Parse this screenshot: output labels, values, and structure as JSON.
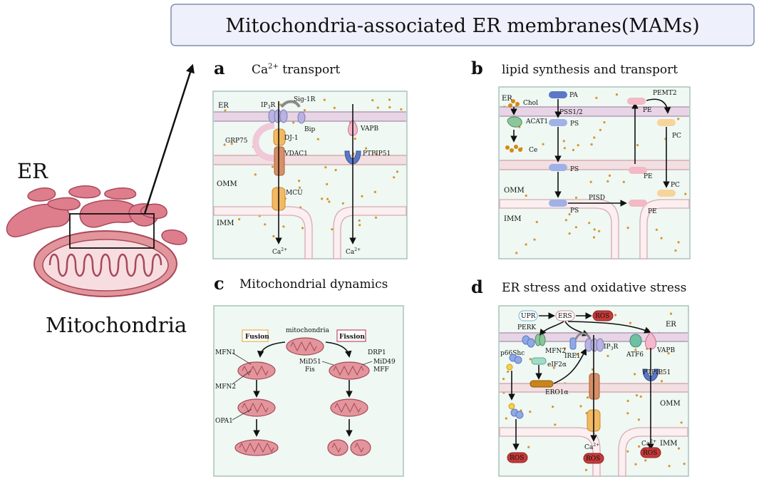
{
  "header": {
    "title": "Mitochondria-associated ER membranes(MAMs)"
  },
  "overview": {
    "er_label": "ER",
    "mito_label": "Mitochondria"
  },
  "colors": {
    "er_pink": "#de7e8d",
    "mito_pink": "#e2959b",
    "panel_bg": "#eff8f3",
    "ros_red": "#c63a3a",
    "dot_orange": "#d6962c",
    "blue_protein": "#8fa9e4",
    "orange_protein": "#f2b862",
    "purple_protein": "#b8b3e0"
  },
  "panels": {
    "a": {
      "letter": "a",
      "title_pre": "Ca",
      "title_sup": "2+",
      "title_post": " transport",
      "ER": "ER",
      "OMM": "OMM",
      "IMM": "IMM",
      "IP3R_pre": "IP",
      "IP3R_sub": "3",
      "IP3R_post": "R",
      "Sig1R": "Sig-1R",
      "Bip": "Bip",
      "GRP75": "GRP75",
      "DJ1": "DJ-1",
      "VDAC1": "VDAC1",
      "MCU": "MCU",
      "VAPB": "VAPB",
      "PTPIP51": "PTPIP51",
      "ca1_pre": "Ca",
      "ca1_sup": "2+",
      "ca2_pre": "Ca",
      "ca2_sup": "2+"
    },
    "b": {
      "letter": "b",
      "title": "lipid synthesis and transport",
      "ER": "ER",
      "OMM": "OMM",
      "IMM": "IMM",
      "Chol": "Chol",
      "ACAT1": "ACAT1",
      "Ce": "Ce",
      "PA": "PA",
      "PSS": "PSS1/2",
      "PS1": "PS",
      "PS2": "PS",
      "PS3": "PS",
      "PISD": "PISD",
      "PE1": "PE",
      "PE2": "PE",
      "PE3": "PE",
      "PEMT2": "PEMT2",
      "PC1": "PC",
      "PC2": "PC"
    },
    "c": {
      "letter": "c",
      "title": "Mitochondrial dynamics",
      "mitochondria": "mitochondria",
      "Fusion": "Fusion",
      "Fission": "Fission",
      "MFN1": "MFN1",
      "MFN2": "MFN2",
      "OPA1": "OPA1",
      "DRP1": "DRP1",
      "MiD51": "MiD51",
      "Fis": "Fis",
      "MiD49": "MiD49",
      "MFF": "MFF"
    },
    "d": {
      "letter": "d",
      "title": "ER stress and oxidative stress",
      "UPR": "UPR",
      "ERS": "ERS",
      "ROS_top": "ROS",
      "ER": "ER",
      "PERK": "PERK",
      "p66Shc": "p66Shc",
      "MFN2": "MFN2",
      "IRE1": "IRE1",
      "IP3R_pre": "IP",
      "IP3R_sub": "3",
      "IP3R_post": "R",
      "ATF6": "ATF6",
      "VAPB": "VAPB",
      "eIF2a": "eIF2α",
      "ERO1a": "ERO1α",
      "PTPIP51": "PTPIP51",
      "OMM": "OMM",
      "IMM": "IMM",
      "ca_pre": "Ca",
      "ca_sup": "2+",
      "ROS1": "ROS",
      "ROS2": "ROS",
      "ROS3": "ROS"
    }
  }
}
